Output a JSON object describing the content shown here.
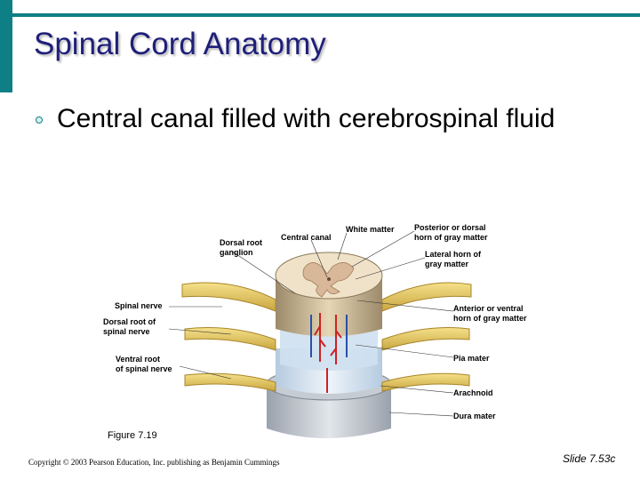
{
  "slide": {
    "title": "Spinal Cord Anatomy",
    "bullet": "Central canal filled with cerebrospinal fluid",
    "caption": "Figure 7.19",
    "copyright": "Copyright © 2003 Pearson Education, Inc. publishing as Benjamin Cummings",
    "slide_number": "Slide 7.53c"
  },
  "figure": {
    "labels": {
      "dorsal_root_ganglion": "Dorsal root\nganglion",
      "central_canal": "Central canal",
      "white_matter": "White matter",
      "posterior_horn": "Posterior or dorsal\nhorn of gray matter",
      "lateral_horn": "Lateral horn of\ngray matter",
      "spinal_nerve": "Spinal nerve",
      "dorsal_root": "Dorsal root of\nspinal nerve",
      "anterior_horn": "Anterior or ventral\nhorn of gray matter",
      "ventral_root": "Ventral root\nof spinal nerve",
      "pia_mater": "Pia mater",
      "arachnoid": "Arachnoid",
      "dura_mater": "Dura mater"
    }
  }
}
